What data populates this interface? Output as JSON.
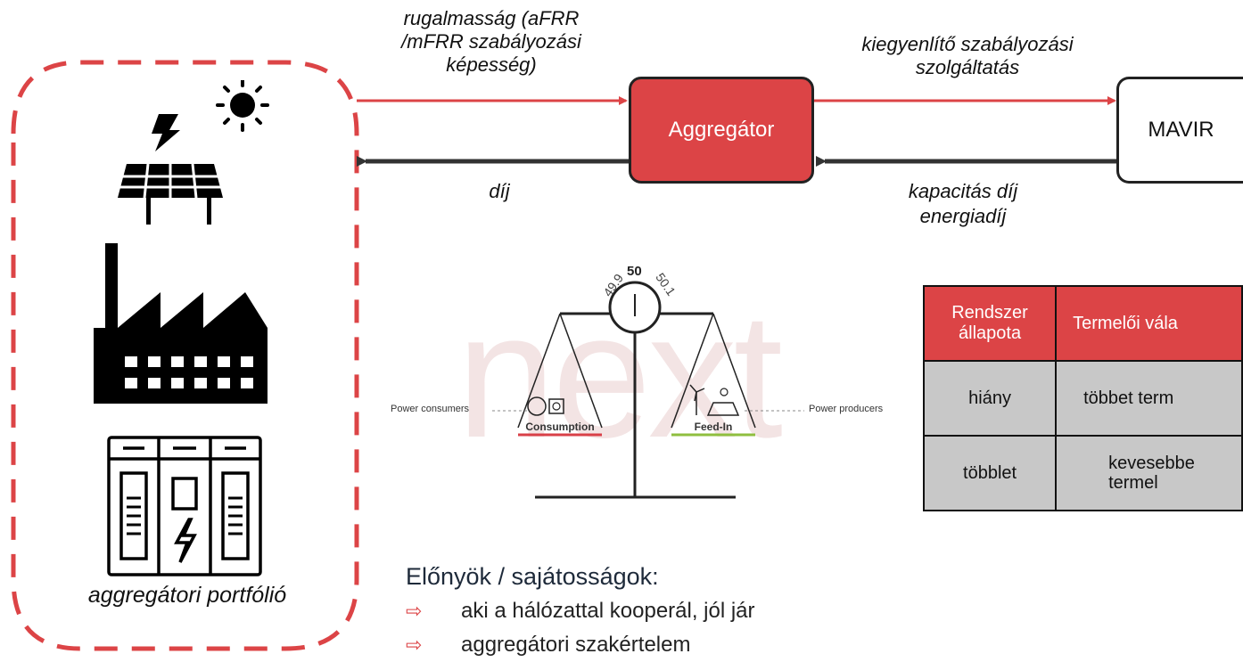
{
  "colors": {
    "accent": "#dc4446",
    "dark": "#222222",
    "table_header": "#dc4446",
    "table_cell": "#c8c8c8"
  },
  "portfolio": {
    "label": "aggregátori portfólió",
    "icons": [
      "sun-icon",
      "lightning-icon",
      "solar-panel-icon",
      "factory-icon",
      "battery-cabinet-icon"
    ]
  },
  "flows": {
    "flexibility": "rugalmasság (aFRR /mFRR szabályozási képesség)",
    "fee": "díj",
    "balancing_service": "kiegyenlítő szabályozási szolgáltatás",
    "capacity_fee": "kapacitás díj",
    "energy_fee": "energiadíj"
  },
  "nodes": {
    "aggregator": "Aggregátor",
    "tso": "MAVIR"
  },
  "scale": {
    "freq_low": "49.9",
    "freq_mid": "50",
    "freq_high": "50.1",
    "left_label": "Power consumers",
    "right_label": "Power producers",
    "left_pan": "Consumption",
    "right_pan": "Feed-In",
    "watermark": "next"
  },
  "table": {
    "headers": [
      "Rendszer állapota",
      "Termelői vála"
    ],
    "rows": [
      [
        "hiány",
        "többet term"
      ],
      [
        "többlet",
        "kevesebbe termel"
      ]
    ]
  },
  "benefits": {
    "title": "Előnyök / sajátosságok:",
    "items": [
      "aki a hálózattal kooperál, jól jár",
      "aggregátori szakértelem"
    ]
  }
}
